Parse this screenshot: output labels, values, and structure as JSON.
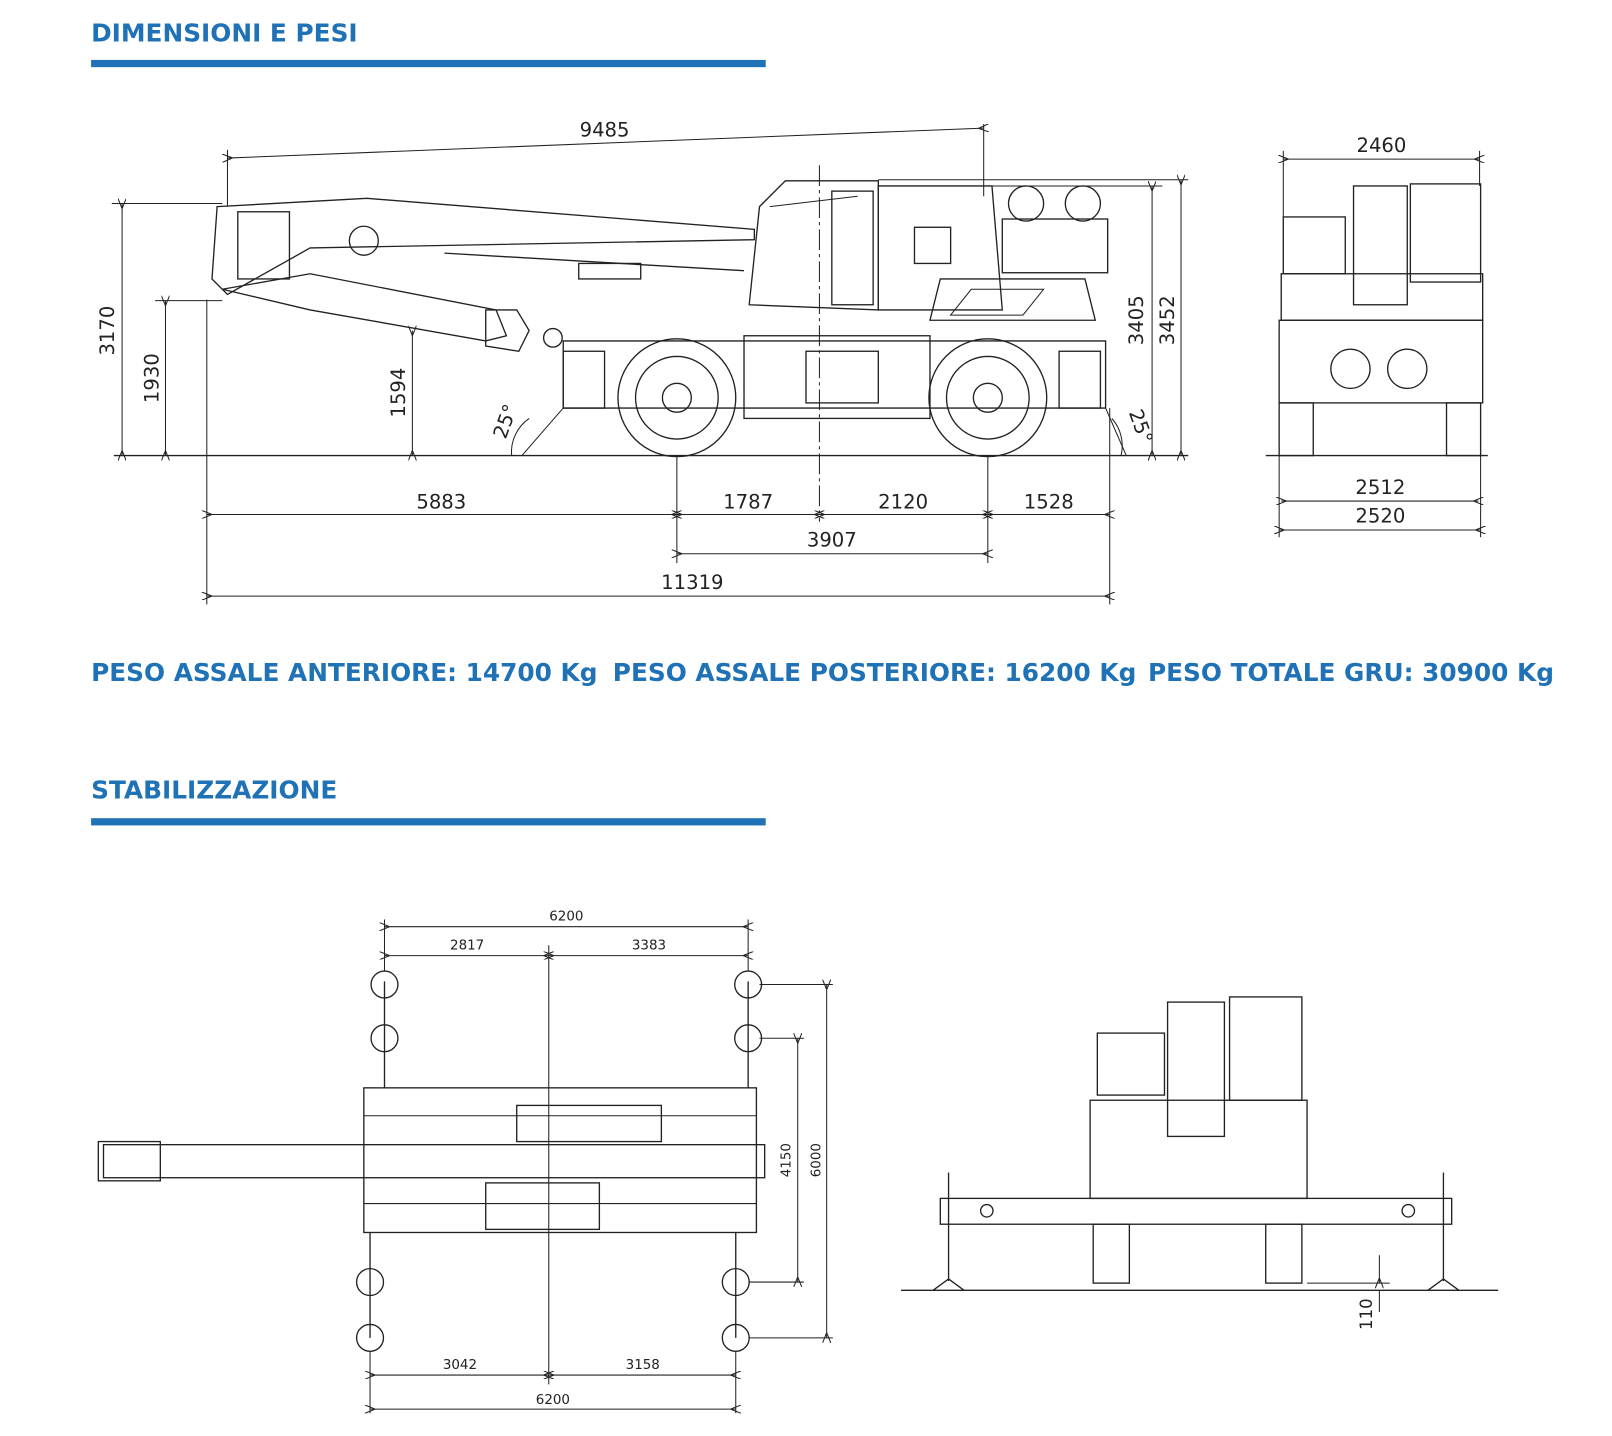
{
  "sections": {
    "dimensions_title": "DIMENSIONI E PESI",
    "stabilization_title": "STABILIZZAZIONE"
  },
  "weights": {
    "front_axle": "PESO ASSALE ANTERIORE: 14700 Kg",
    "rear_axle": "PESO ASSALE POSTERIORE: 16200 Kg",
    "total": "PESO TOTALE GRU: 30900 Kg"
  },
  "side_view": {
    "boom_length": "9485",
    "height_boom": "3170",
    "height_pivot": "1930",
    "hook_height": "1594",
    "angle_front": "25°",
    "angle_rear": "25°",
    "cab_height": "3405",
    "total_height": "3452",
    "front_overhang": "5883",
    "axle_to_center": "1787",
    "center_to_rear_axle": "2120",
    "rear_overhang": "1528",
    "wheelbase": "3907",
    "total_length": "11319"
  },
  "front_view": {
    "top_width": "2460",
    "track": "2512",
    "width": "2520"
  },
  "stab_top_view": {
    "top_total": "6200",
    "top_left": "2817",
    "top_right": "3383",
    "bottom_left": "3042",
    "bottom_right": "3158",
    "bottom_total": "6200",
    "inner_spread": "4150",
    "outer_spread": "6000"
  },
  "stab_front_view": {
    "ground_clearance": "110"
  }
}
